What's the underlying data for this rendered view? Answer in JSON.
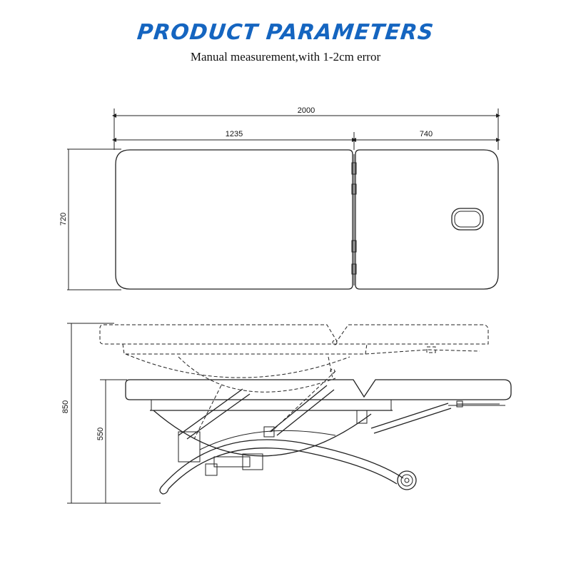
{
  "header": {
    "title": "PRODUCT PARAMETERS",
    "subtitle": "Manual measurement,with 1-2cm error"
  },
  "top_view": {
    "total_length": "2000",
    "body_length": "1235",
    "head_length": "740",
    "width": "720"
  },
  "side_view": {
    "max_height": "850",
    "min_height": "550"
  },
  "colors": {
    "title": "#1565c0",
    "lines": "#222222"
  }
}
